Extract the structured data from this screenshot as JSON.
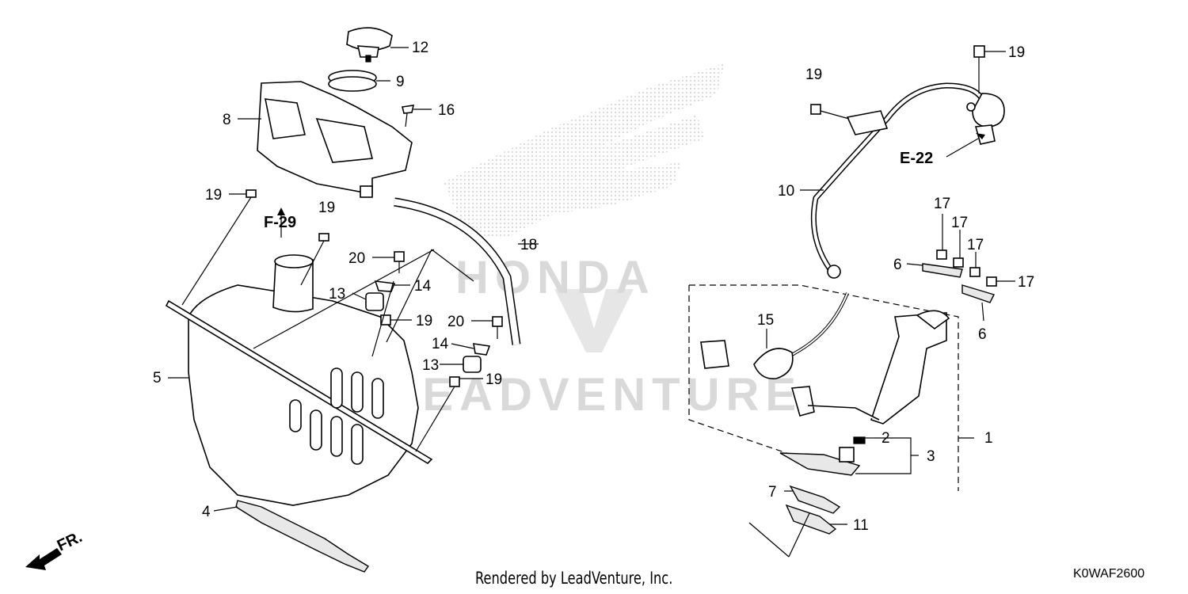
{
  "diagram": {
    "callouts": {
      "c1": "1",
      "c2": "2",
      "c3": "3",
      "c4": "4",
      "c5": "5",
      "c6a": "6",
      "c6b": "6",
      "c7": "7",
      "c8": "8",
      "c9": "9",
      "c10": "10",
      "c11": "11",
      "c12": "12",
      "c13a": "13",
      "c13b": "13",
      "c14a": "14",
      "c14b": "14",
      "c15": "15",
      "c16": "16",
      "c17a": "17",
      "c17b": "17",
      "c17c": "17",
      "c17d": "17",
      "c18": "18",
      "c19a": "19",
      "c19b": "19",
      "c19c": "19",
      "c19d": "19",
      "c19e": "19",
      "c19f": "19",
      "c20a": "20",
      "c20b": "20"
    },
    "refs": {
      "f29": "F-29",
      "e22": "E-22",
      "fr": "FR."
    },
    "watermark": {
      "brand": "HONDA",
      "vendor": "LEADVENTURE"
    }
  },
  "footer": {
    "credit": "Rendered by LeadVenture, Inc.",
    "figure_code": "K0WAF2600"
  }
}
